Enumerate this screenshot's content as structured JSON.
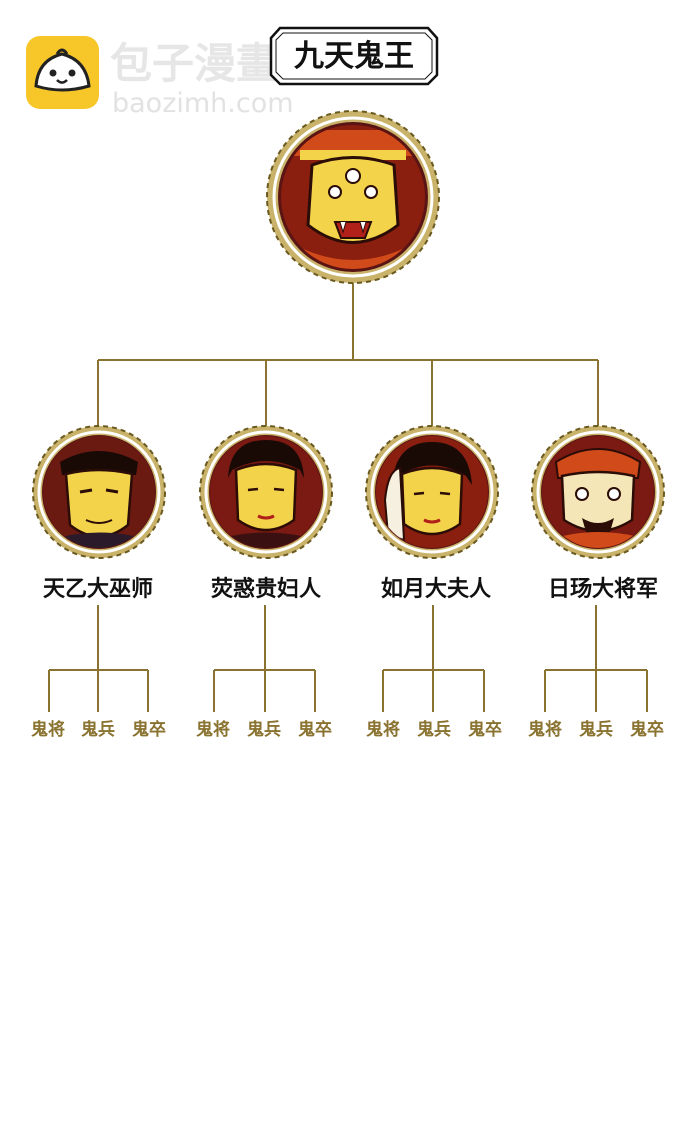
{
  "watermark": {
    "site_name": "包子漫畫",
    "site_url": "baozimh.com"
  },
  "root": {
    "name": "九天鬼王"
  },
  "members": [
    {
      "name": "天乙大巫师",
      "subordinates": [
        "鬼将",
        "鬼兵",
        "鬼卒"
      ]
    },
    {
      "name": "荧惑贵妇人",
      "subordinates": [
        "鬼将",
        "鬼兵",
        "鬼卒"
      ]
    },
    {
      "name": "如月大夫人",
      "subordinates": [
        "鬼将",
        "鬼兵",
        "鬼卒"
      ]
    },
    {
      "name": "日玚大将军",
      "subordinates": [
        "鬼将",
        "鬼兵",
        "鬼卒"
      ]
    }
  ],
  "colors": {
    "line": "#8a7330",
    "subordinate_text": "#8a7330",
    "portrait_bg": "#5a1414",
    "portrait_face": "#f2d34a",
    "frame_gold": "#c9b26a",
    "logo_yellow": "#f7c72a"
  }
}
